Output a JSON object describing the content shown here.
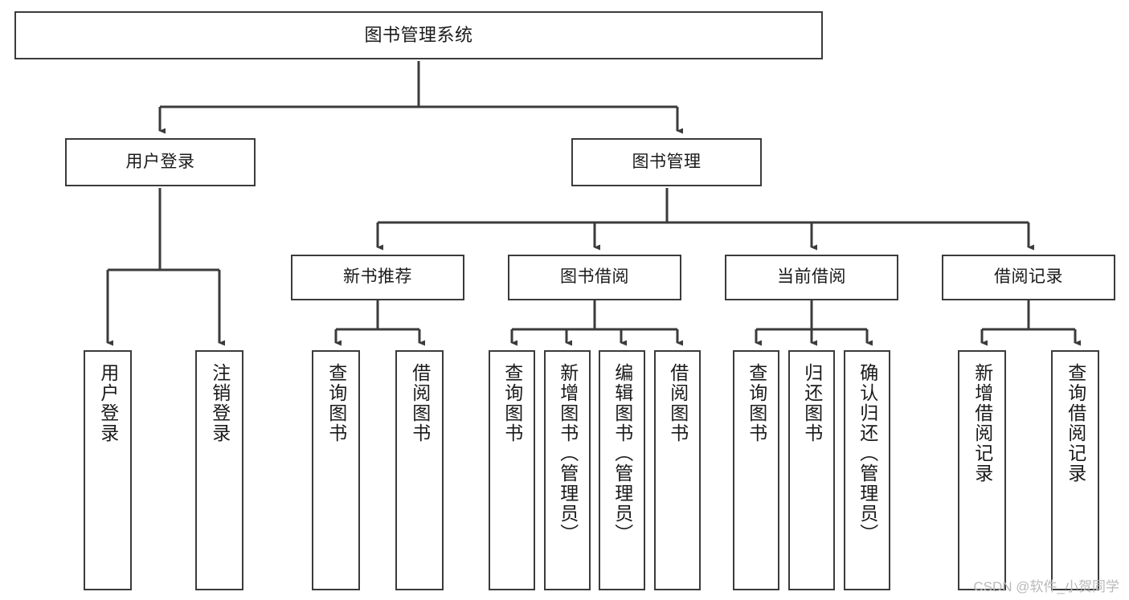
{
  "diagram": {
    "type": "tree",
    "title": "图书管理系统",
    "orientation": "top-down",
    "colors": {
      "box_stroke": "#3b3b3b",
      "box_fill": "#ffffff",
      "edge": "#3b3b3b",
      "text": "#1a1a1a",
      "watermark": "#b9b9b9",
      "background": "#ffffff"
    }
  },
  "watermark": {
    "text": "CSDN @软件_小贺同学"
  },
  "nodes": {
    "root": {
      "label": "图书管理系统"
    },
    "level2": [
      {
        "id": "user-login",
        "label": "用户登录"
      },
      {
        "id": "book-manage",
        "label": "图书管理"
      }
    ],
    "level3": [
      {
        "id": "new-book-recommend",
        "label": "新书推荐"
      },
      {
        "id": "book-borrow",
        "label": "图书借阅"
      },
      {
        "id": "current-borrow",
        "label": "当前借阅"
      },
      {
        "id": "borrow-record",
        "label": "借阅记录"
      }
    ],
    "leaves": [
      {
        "id": "leaf-user-login",
        "label": "用户登录",
        "parent": "user-login"
      },
      {
        "id": "leaf-logout-login",
        "label": "注销登录",
        "parent": "user-login"
      },
      {
        "id": "leaf-query-book-1",
        "label": "查询图书",
        "parent": "new-book-recommend"
      },
      {
        "id": "leaf-borrow-book-1",
        "label": "借阅图书",
        "parent": "new-book-recommend"
      },
      {
        "id": "leaf-query-book-2",
        "label": "查询图书",
        "parent": "book-borrow"
      },
      {
        "id": "leaf-add-book",
        "label": "新增图书（管理员）",
        "parent": "book-borrow"
      },
      {
        "id": "leaf-edit-book",
        "label": "编辑图书（管理员）",
        "parent": "book-borrow"
      },
      {
        "id": "leaf-borrow-book-2",
        "label": "借阅图书",
        "parent": "book-borrow"
      },
      {
        "id": "leaf-query-book-3",
        "label": "查询图书",
        "parent": "current-borrow"
      },
      {
        "id": "leaf-return-book",
        "label": "归还图书",
        "parent": "current-borrow"
      },
      {
        "id": "leaf-confirm-return",
        "label": "确认归还（管理员）",
        "parent": "current-borrow"
      },
      {
        "id": "leaf-add-record",
        "label": "新增借阅记录",
        "parent": "borrow-record"
      },
      {
        "id": "leaf-query-record",
        "label": "查询借阅记录",
        "parent": "borrow-record"
      }
    ]
  }
}
